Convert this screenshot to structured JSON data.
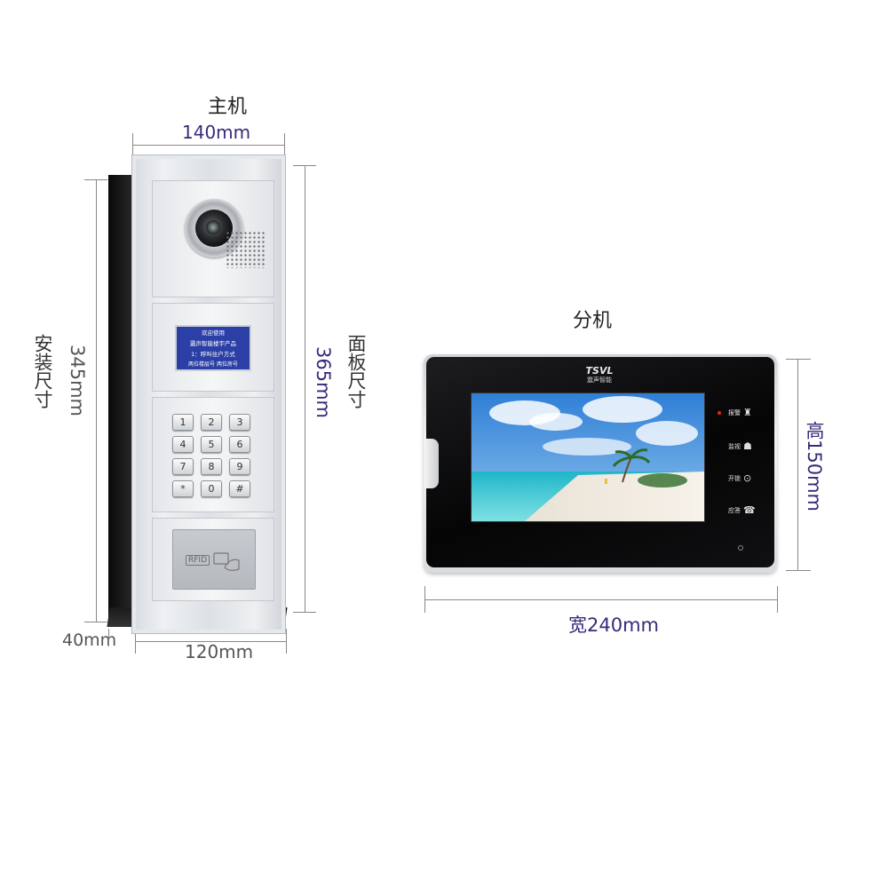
{
  "main_unit": {
    "title": "主机",
    "width_top": "140mm",
    "install_label": "安装尺寸",
    "install_height": "345mm",
    "panel_label": "面板尺寸",
    "panel_height": "365mm",
    "depth": "40mm",
    "width_bottom": "120mm",
    "display_lines": [
      "欢迎使用",
      "震声智能楼宇产品",
      "1：呼叫住户方式",
      "两位楼层号 两位房号"
    ],
    "keys": [
      "1",
      "2",
      "3",
      "4",
      "5",
      "6",
      "7",
      "8",
      "9",
      "*",
      "0",
      "#"
    ],
    "rfid_text": "RFID"
  },
  "sub_unit": {
    "title": "分机",
    "height": "高150mm",
    "width": "宽240mm",
    "brand": "TSVL",
    "brand_cn": "震声智能",
    "buttons": [
      {
        "label": "报警",
        "icon": "alarm-icon"
      },
      {
        "label": "监视",
        "icon": "monitor-icon"
      },
      {
        "label": "开锁",
        "icon": "unlock-icon"
      },
      {
        "label": "应答",
        "icon": "phone-icon"
      }
    ]
  },
  "colors": {
    "annotation_purple": "#3a2a7a",
    "lcd_blue": "#2b3fa6",
    "led_red": "#ee2211"
  }
}
